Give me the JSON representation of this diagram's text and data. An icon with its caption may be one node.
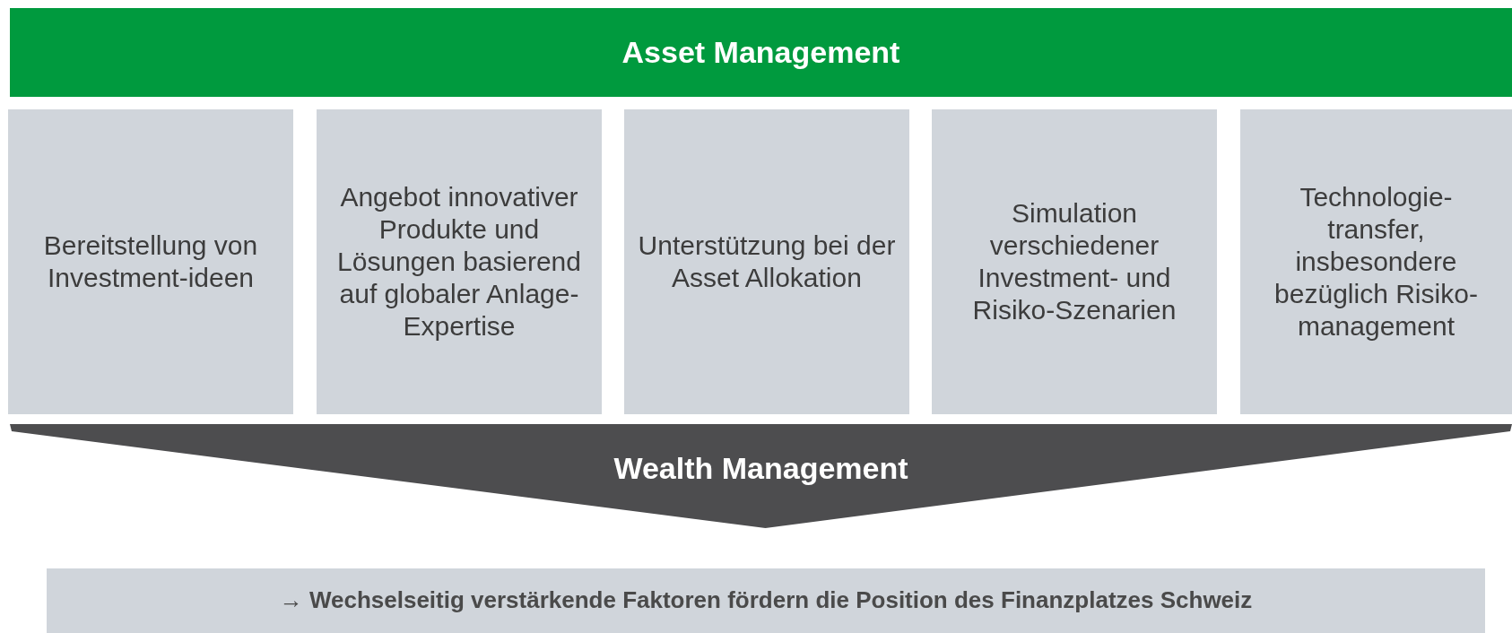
{
  "diagram": {
    "nodes": [
      {
        "text": [
          "Asset Management"
        ]
      },
      {
        "text": [
          "Bereitstellung von Investment-ideen"
        ]
      },
      {
        "text": [
          "Angebot innovativer Produkte und Lösungen basierend auf globaler Anlage-Expertise"
        ]
      },
      {
        "text": [
          "Unterstützung bei der Asset Allokation"
        ]
      },
      {
        "text": [
          "Simulation verschiedener Investment- und Risiko-Szenarien"
        ]
      },
      {
        "text": [
          "Technologie-transfer, insbesondere bezüglich Risiko-management"
        ]
      },
      {
        "text": [
          "Wealth Management"
        ]
      },
      {
        "text": [
          "→ Wechselseitig verstärkende Faktoren fördern die Position des Finanzplatzes Schweiz"
        ]
      }
    ]
  }
}
